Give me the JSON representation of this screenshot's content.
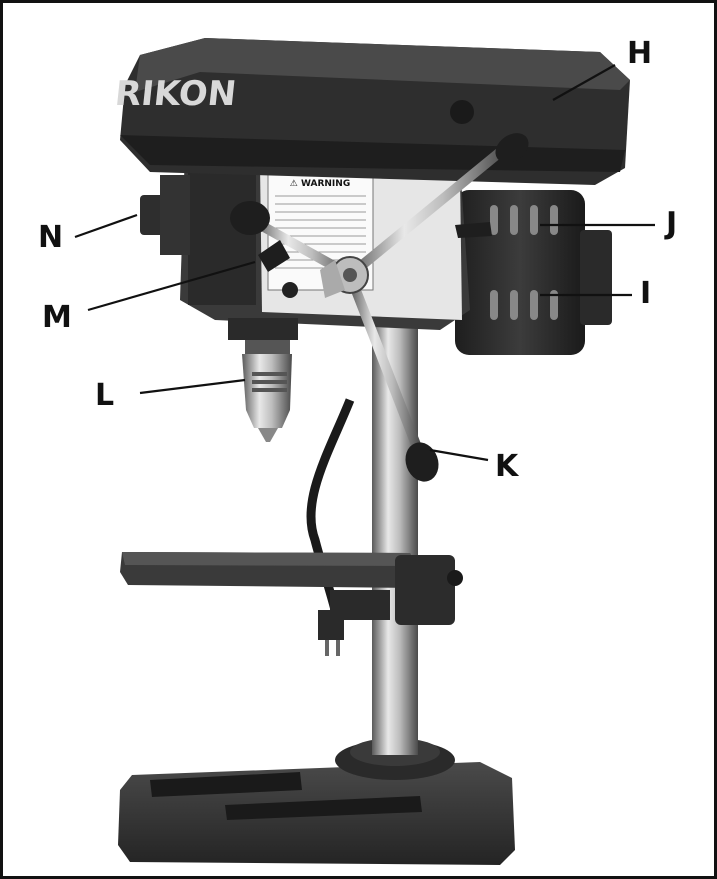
{
  "brand": "RIKON",
  "warning_title": "⚠ WARNING",
  "callouts": [
    {
      "id": "H",
      "text": "H"
    },
    {
      "id": "J",
      "text": "J"
    },
    {
      "id": "I",
      "text": "I"
    },
    {
      "id": "N",
      "text": "N"
    },
    {
      "id": "M",
      "text": "M"
    },
    {
      "id": "L",
      "text": "L"
    },
    {
      "id": "K",
      "text": "K"
    }
  ]
}
